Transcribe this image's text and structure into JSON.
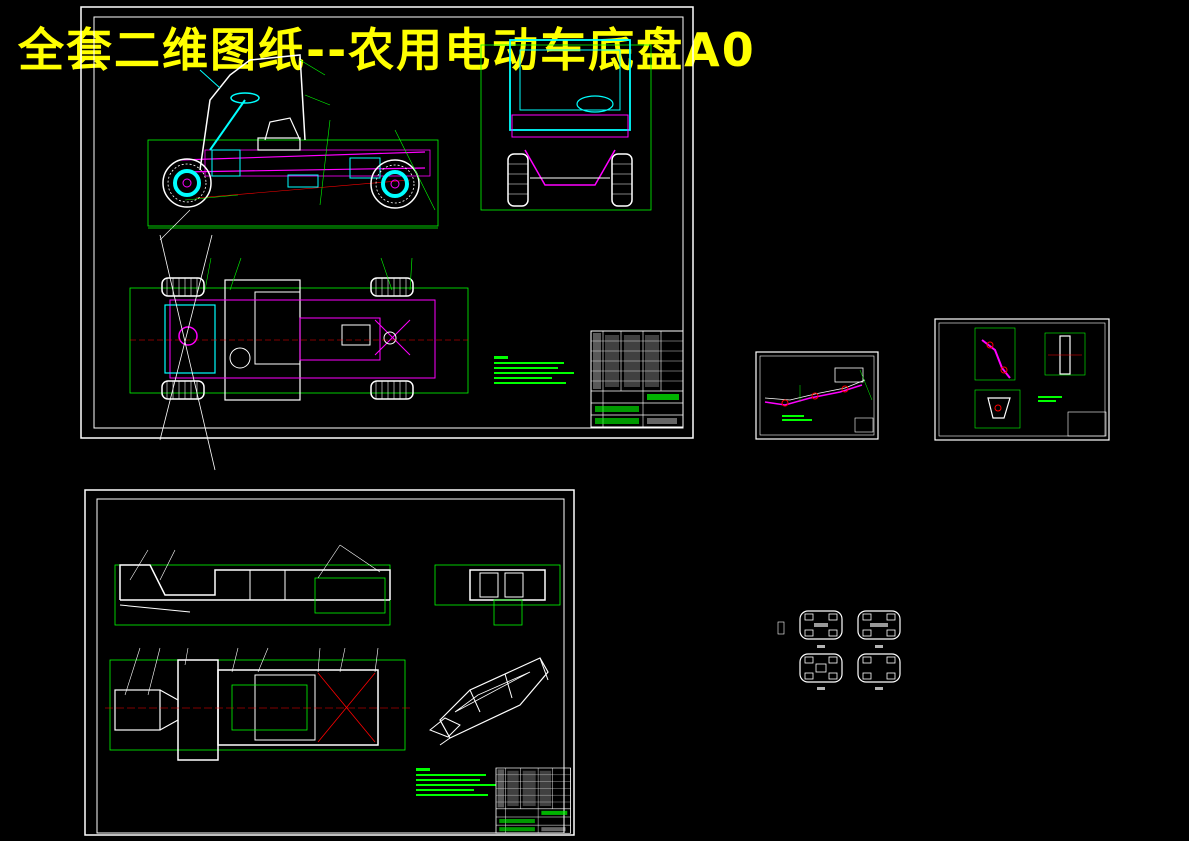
{
  "title": "全套二维图纸--农用电动车底盘A0",
  "colors": {
    "background": "#000000",
    "title": "#ffff00",
    "frame": "#ffffff",
    "outline": "#00ff00",
    "structure": "#00ffff",
    "component": "#ff00ff",
    "centerline": "#ff0000"
  },
  "sheets": [
    {
      "name": "general-assembly-sheet",
      "views": [
        "side-view",
        "front-view",
        "top-view",
        "title-block",
        "notes"
      ]
    },
    {
      "name": "frame-sheet",
      "views": [
        "frame-side-view",
        "frame-end-view",
        "frame-top-view",
        "frame-isometric",
        "title-block",
        "notes"
      ]
    },
    {
      "name": "steering-linkage-sheet",
      "views": [
        "linkage-view",
        "title-block"
      ]
    },
    {
      "name": "steering-knuckle-sheet",
      "views": [
        "knuckle-view",
        "section-view",
        "detail-view",
        "title-block"
      ]
    },
    {
      "name": "steering-schemes",
      "views": [
        "scheme-a",
        "scheme-b",
        "scheme-c",
        "scheme-d"
      ]
    }
  ]
}
